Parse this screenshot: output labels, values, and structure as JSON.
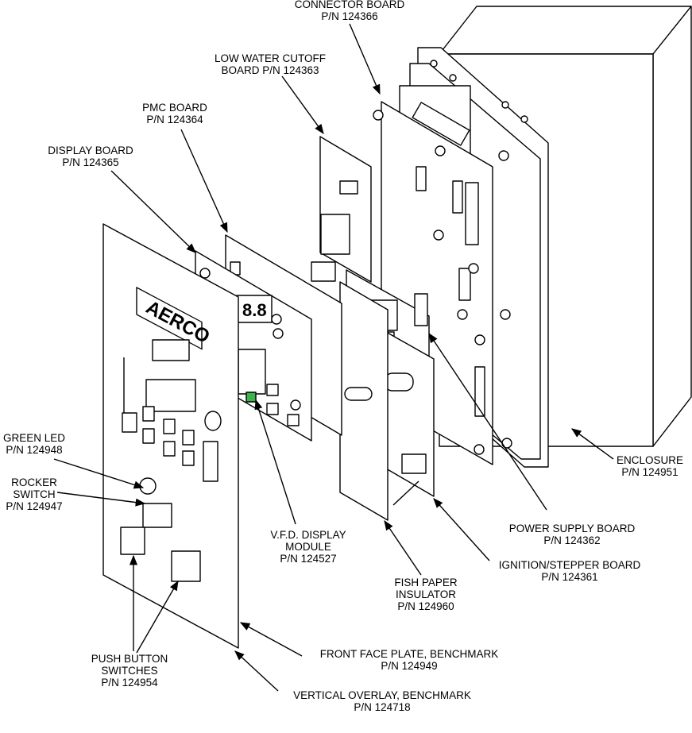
{
  "labels": {
    "connector": [
      "CONNECTOR BOARD",
      "P/N 124366"
    ],
    "low_water": [
      "LOW WATER CUTOFF",
      "BOARD P/N 124363"
    ],
    "pmc": [
      "PMC BOARD",
      "P/N 124364"
    ],
    "display": [
      "DISPLAY BOARD",
      "P/N 124365"
    ],
    "green_led": [
      "GREEN LED",
      "P/N 124948"
    ],
    "rocker": [
      "ROCKER",
      "SWITCH",
      "P/N 124947"
    ],
    "push": [
      "PUSH BUTTON",
      "SWITCHES",
      "P/N 124954"
    ],
    "vfd": [
      "V.F.D. DISPLAY",
      "MODULE",
      "P/N 124527"
    ],
    "fish": [
      "FISH PAPER",
      "INSULATOR",
      "P/N 124960"
    ],
    "ignition": [
      "IGNITION/STEPPER BOARD",
      "P/N 124361"
    ],
    "power": [
      "POWER SUPPLY BOARD",
      "P/N 124362"
    ],
    "enclosure": [
      "ENCLOSURE",
      "P/N 124951"
    ],
    "front_face": [
      "FRONT FACE PLATE, BENCHMARK",
      "P/N 124949"
    ],
    "vertical": [
      "VERTICAL OVERLAY, BENCHMARK",
      "P/N 124718"
    ]
  },
  "logo_text": "AERCO"
}
